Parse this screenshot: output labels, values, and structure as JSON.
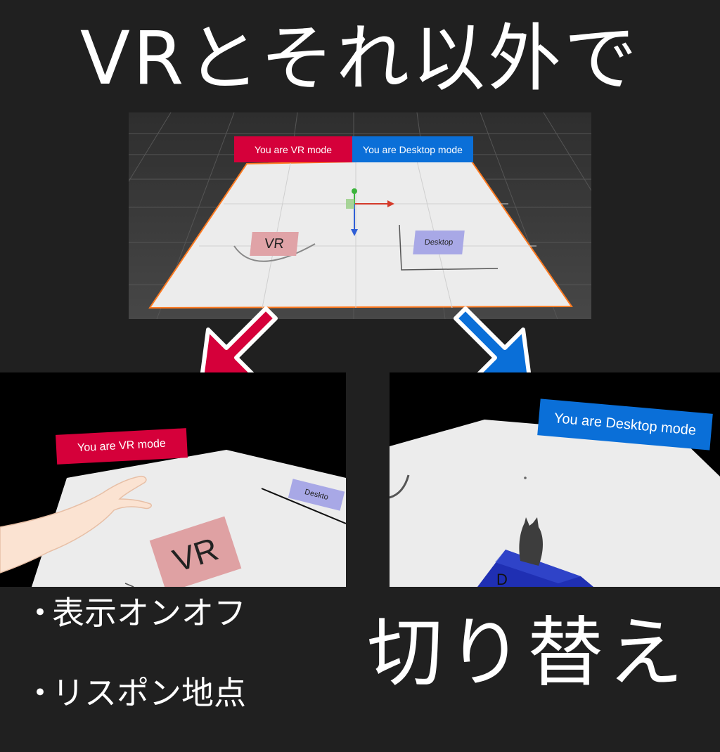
{
  "header": {
    "title": "VRとそれ以外で"
  },
  "editor": {
    "vr_sign": "You are VR mode",
    "desktop_sign": "You are Desktop mode",
    "vr_marker": "VR",
    "desktop_marker": "Desktop"
  },
  "vr_view": {
    "sign": "You are VR mode",
    "marker": "VR",
    "desktop_marker": "Deskto"
  },
  "desktop_view": {
    "sign": "You are Desktop mode",
    "marker": "D"
  },
  "features": [
    "表示オンオフ",
    "リスポン地点"
  ],
  "bullet_symbol": "・",
  "switch_label": "切り替え",
  "colors": {
    "vr": "#d5003a",
    "desktop": "#0a6fd8",
    "background": "#202020"
  }
}
